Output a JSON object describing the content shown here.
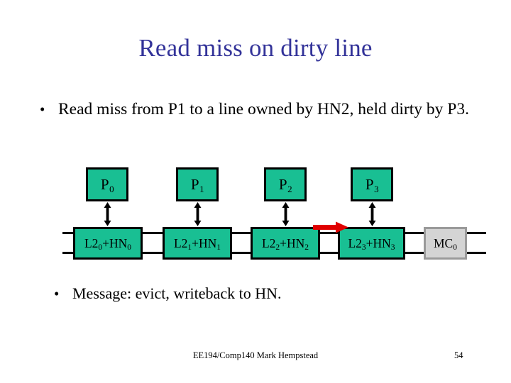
{
  "slide": {
    "title": "Read miss on dirty line",
    "title_color": "#333399",
    "background": "#ffffff"
  },
  "bullets": [
    {
      "marker": "•",
      "text": "Read miss from P1 to a line owned by HN2, held dirty by P3."
    },
    {
      "marker": "•",
      "text": "Message: evict, writeback to HN."
    }
  ],
  "diagram": {
    "colors": {
      "node_green": "#19BF93",
      "mc_gray": "#D4D4D4",
      "mc_border": "#9A9A9A",
      "outline": "#000000",
      "arrow_red": "#E00000"
    },
    "processors": [
      {
        "base": "P",
        "sub": "0"
      },
      {
        "base": "P",
        "sub": "1"
      },
      {
        "base": "P",
        "sub": "2"
      },
      {
        "base": "P",
        "sub": "3"
      }
    ],
    "cache_nodes": [
      {
        "prefix": "L2",
        "sub1": "0",
        "mid": "+HN",
        "sub2": "0"
      },
      {
        "prefix": "L2",
        "sub1": "1",
        "mid": "+HN",
        "sub2": "1"
      },
      {
        "prefix": "L2",
        "sub1": "2",
        "mid": "+HN",
        "sub2": "2"
      },
      {
        "prefix": "L2",
        "sub1": "3",
        "mid": "+HN",
        "sub2": "3"
      }
    ],
    "memory_controller": {
      "base": "MC",
      "sub": "0"
    },
    "transfer_arrow": {
      "from": "L2_2+HN_2",
      "to": "L2_3+HN_3",
      "direction": "right",
      "color": "#E00000"
    }
  },
  "footer": {
    "credit": "EE194/Comp140 Mark Hempstead",
    "page_number": "54"
  }
}
